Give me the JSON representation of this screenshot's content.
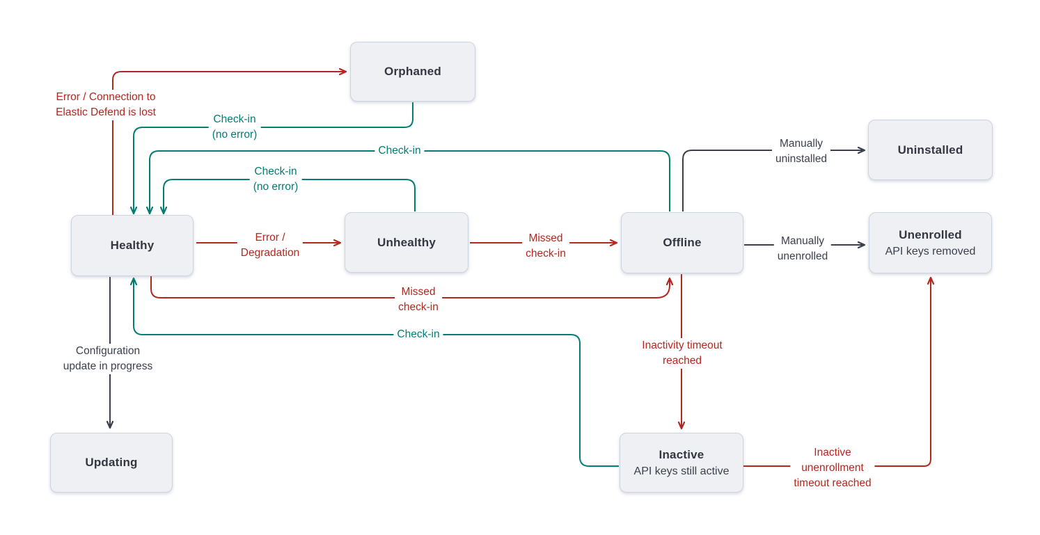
{
  "diagram_type": "state-diagram",
  "colors": {
    "error_red": "#b4271e",
    "checkin_teal": "#017d73",
    "neutral_dark": "#3a3f4b",
    "node_fill": "#eef0f3",
    "node_border": "#ccd4e1",
    "node_text": "#343741"
  },
  "nodes": {
    "orphaned": {
      "label": "Orphaned"
    },
    "healthy": {
      "label": "Healthy"
    },
    "unhealthy": {
      "label": "Unhealthy"
    },
    "offline": {
      "label": "Offline"
    },
    "uninstalled": {
      "label": "Uninstalled"
    },
    "unenrolled": {
      "label": "Unenrolled",
      "sublabel": "API keys removed"
    },
    "updating": {
      "label": "Updating"
    },
    "inactive": {
      "label": "Inactive",
      "sublabel": "API keys still active"
    }
  },
  "edges": {
    "healthy_to_orphaned": {
      "color": "red",
      "line1": "Error / Connection to",
      "line2": "Elastic Defend is lost"
    },
    "orphaned_to_healthy": {
      "color": "teal",
      "line1": "Check-in",
      "line2": "(no error)"
    },
    "offline_to_healthy": {
      "color": "teal",
      "line1": "Check-in"
    },
    "unhealthy_to_healthy": {
      "color": "teal",
      "line1": "Check-in",
      "line2": "(no error)"
    },
    "healthy_to_unhealthy": {
      "color": "red",
      "line1": "Error /",
      "line2": "Degradation"
    },
    "unhealthy_to_offline": {
      "color": "red",
      "line1": "Missed",
      "line2": "check-in"
    },
    "healthy_to_offline": {
      "color": "red",
      "line1": "Missed",
      "line2": "check-in"
    },
    "inactive_to_healthy": {
      "color": "teal",
      "line1": "Check-in"
    },
    "healthy_to_updating": {
      "color": "dark",
      "line1": "Configuration",
      "line2": "update in progress"
    },
    "offline_to_uninstalled": {
      "color": "dark",
      "line1": "Manually",
      "line2": "uninstalled"
    },
    "offline_to_unenrolled": {
      "color": "dark",
      "line1": "Manually",
      "line2": "unenrolled"
    },
    "offline_to_inactive": {
      "color": "red",
      "line1": "Inactivity timeout",
      "line2": "reached"
    },
    "inactive_to_unenrolled": {
      "color": "red",
      "line1": "Inactive",
      "line2": "unenrollment",
      "line3": "timeout reached"
    }
  }
}
